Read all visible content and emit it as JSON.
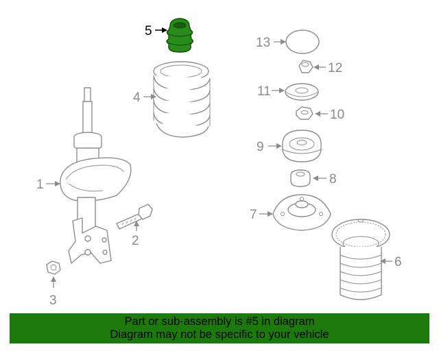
{
  "diagram": {
    "highlight_color": "#2a8a1a",
    "labels": {
      "p1": "1",
      "p2": "2",
      "p3": "3",
      "p4": "4",
      "p5": "5",
      "p6": "6",
      "p7": "7",
      "p8": "8",
      "p9": "9",
      "p10": "10",
      "p11": "11",
      "p12": "12",
      "p13": "13"
    },
    "highlighted_part": "5"
  },
  "banner": {
    "line1": "Part or sub-assembly is #5 in diagram",
    "line2": "Diagram may not be specific to your vehicle",
    "background": "#1c7a0c"
  }
}
